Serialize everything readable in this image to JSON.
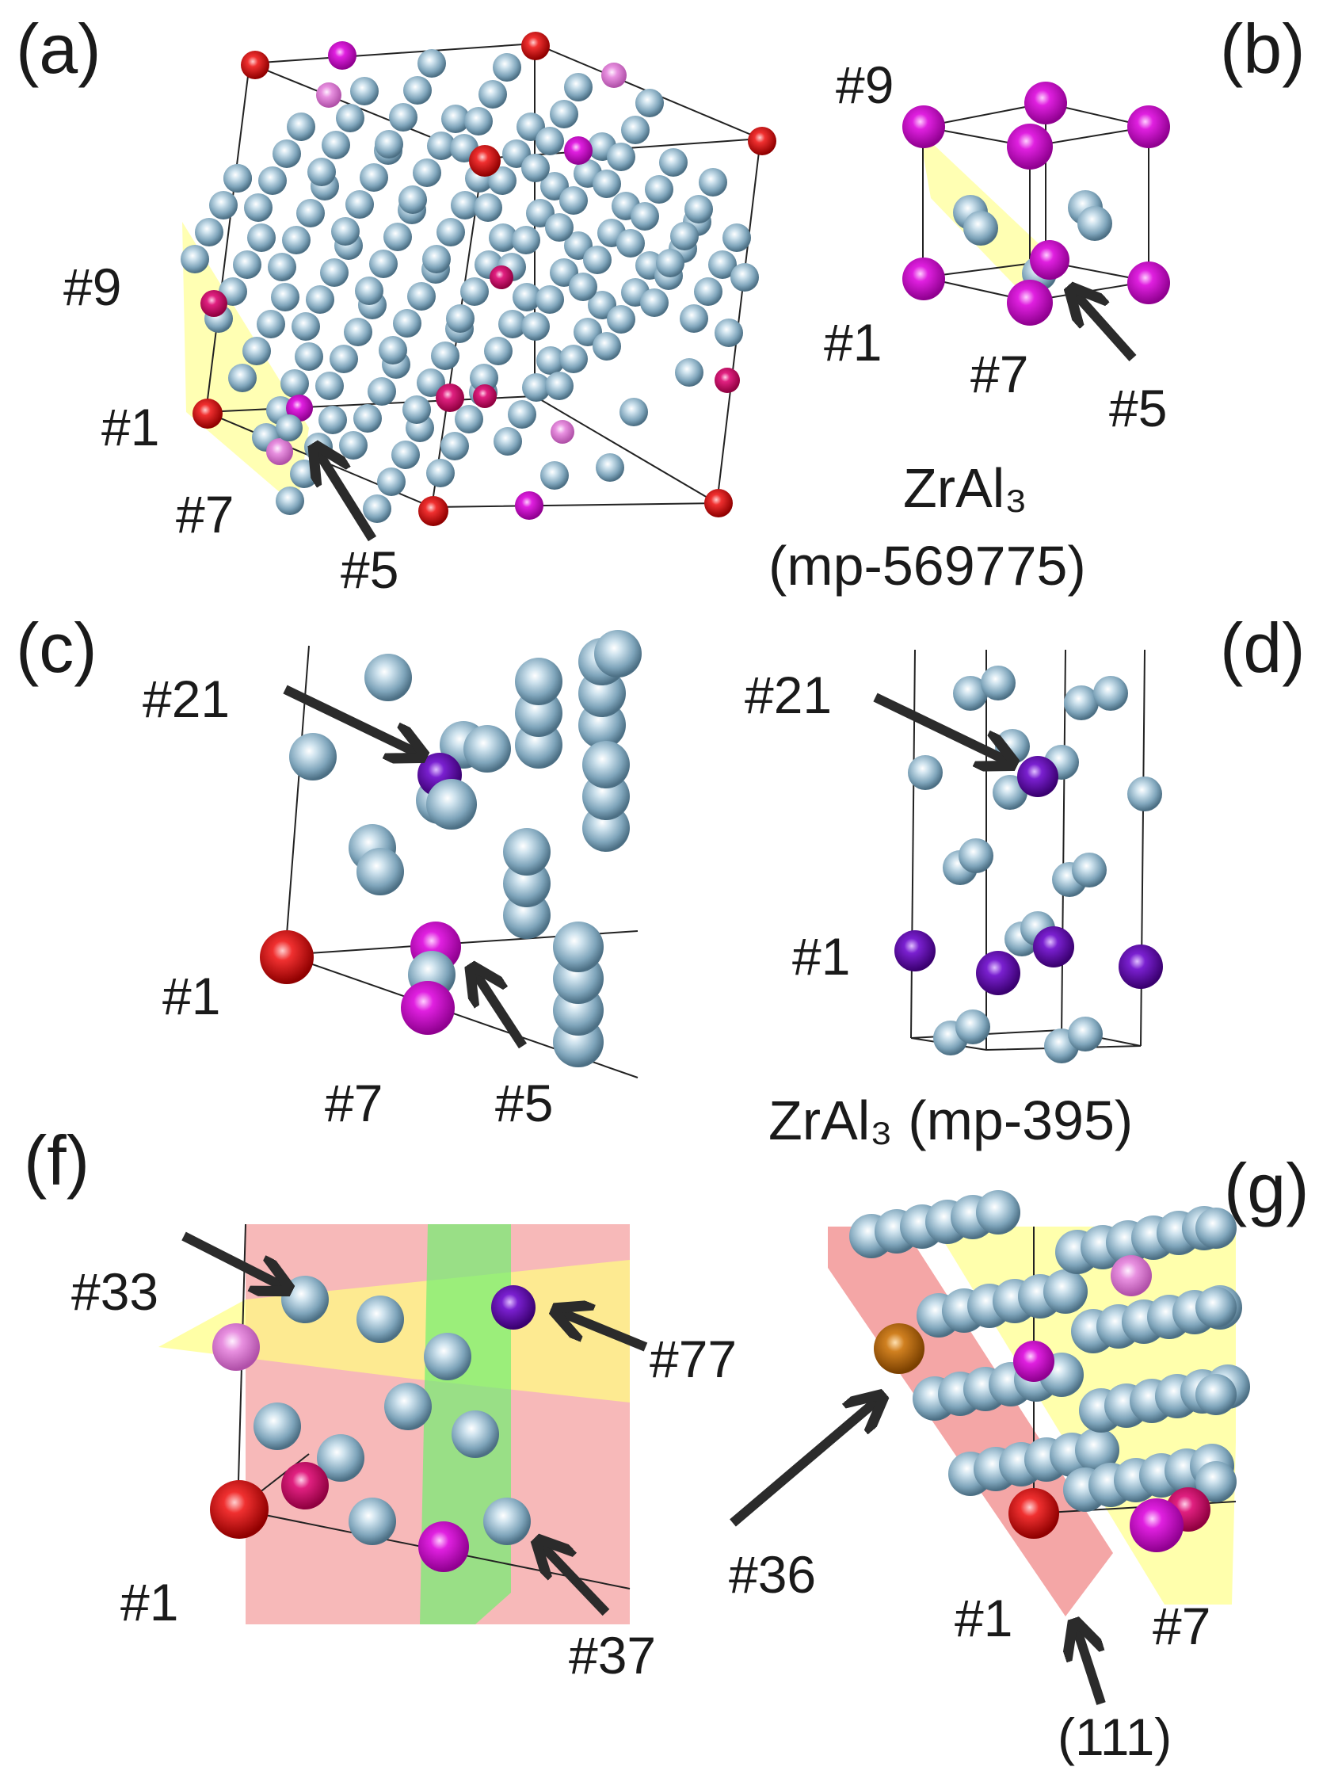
{
  "figure": {
    "panels": [
      {
        "key": "a",
        "label": "(a)"
      },
      {
        "key": "b",
        "label": "(b)"
      },
      {
        "key": "c",
        "label": "(c)"
      },
      {
        "key": "d",
        "label": "(d)"
      },
      {
        "key": "f",
        "label": "(f)"
      },
      {
        "key": "g",
        "label": "(g)"
      }
    ],
    "compound_labels": {
      "b_formula": "ZrAl₃",
      "b_id": "(mp-569775)",
      "d_caption": "ZrAl₃ (mp-395)"
    },
    "site_labels": {
      "a": [
        "#9",
        "#1",
        "#7",
        "#5"
      ],
      "b": [
        "#9",
        "#1",
        "#7",
        "#5"
      ],
      "c": [
        "#21",
        "#1",
        "#7",
        "#5"
      ],
      "d": [
        "#21",
        "#1"
      ],
      "f": [
        "#33",
        "#77",
        "#1",
        "#37"
      ],
      "g": [
        "#36",
        "#1",
        "#7",
        "(111)"
      ]
    },
    "colors": {
      "al_atom": "#8fb3c8",
      "zr_red_atom": "#e01010",
      "zr_magenta_atom": "#e020e0",
      "zr_pink_atom": "#e060d0",
      "zr_purple_atom": "#7a20d0",
      "zr_orange_atom": "#c87810",
      "plane_yellow": "#ffff80",
      "plane_red": "#f08080",
      "plane_green": "#70f070",
      "arrow": "#2b2b2b"
    }
  }
}
